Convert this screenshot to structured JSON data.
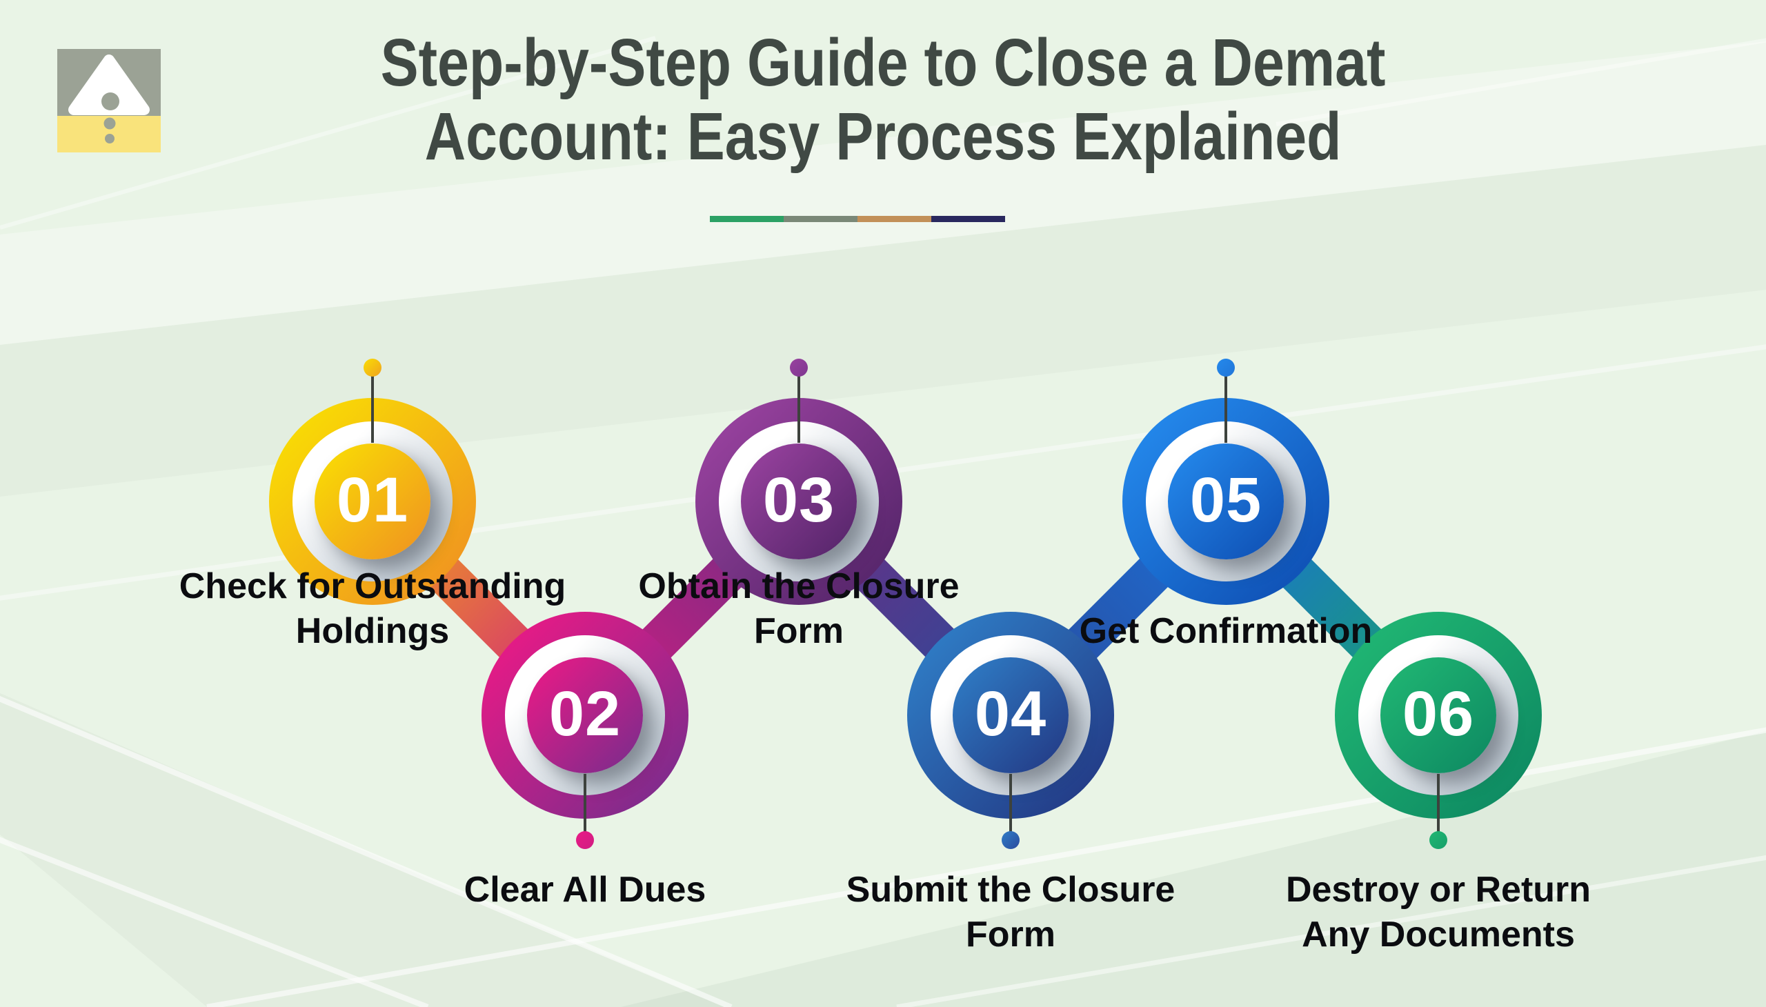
{
  "page": {
    "background_color": "#e9f4e6"
  },
  "logo": {
    "icon_name": "triangle-dots-logo",
    "gray_color": "#9ba295",
    "yellow_color": "#f9e37b"
  },
  "header": {
    "title_line1": "Step-by-Step Guide to Close a Demat",
    "title_line2": "Account: Easy Process Explained",
    "title_color": "#404944",
    "underline_colors": [
      "#2ba164",
      "#7a8877",
      "#c29058",
      "#29285e"
    ]
  },
  "steps": [
    {
      "number": "01",
      "label": "Check for Outstanding Holdings",
      "position": "top",
      "color_start": "#f9dd04",
      "color_end": "#f09420",
      "band_color": "#f2a816",
      "dot_color": "#f0a21e"
    },
    {
      "number": "02",
      "label": "Clear All Dues",
      "position": "bottom",
      "color_start": "#e91a86",
      "color_end": "#7c2c8c",
      "band_color": "#d01d82",
      "dot_color": "#d01d82"
    },
    {
      "number": "03",
      "label": "Obtain the Closure Form",
      "position": "top",
      "color_start": "#99429f",
      "color_end": "#55256a",
      "band_color": "#6e2e83",
      "dot_color": "#7e3690"
    },
    {
      "number": "04",
      "label": "Submit the Closure Form",
      "position": "bottom",
      "color_start": "#2f7dc6",
      "color_end": "#233a85",
      "band_color": "#2a4a9a",
      "dot_color": "#2b4a9e"
    },
    {
      "number": "05",
      "label": "Get Confirmation",
      "position": "top",
      "color_start": "#2489ec",
      "color_end": "#0f50b4",
      "band_color": "#1c70d8",
      "dot_color": "#2176d8"
    },
    {
      "number": "06",
      "label": "Destroy or Return Any Documents",
      "position": "bottom",
      "color_start": "#20b673",
      "color_end": "#0e8a62",
      "band_color": "#17a267",
      "dot_color": "#16a06a"
    }
  ],
  "ring_gradient": {
    "start": "#ffffff",
    "end": "#b4c0cb"
  }
}
